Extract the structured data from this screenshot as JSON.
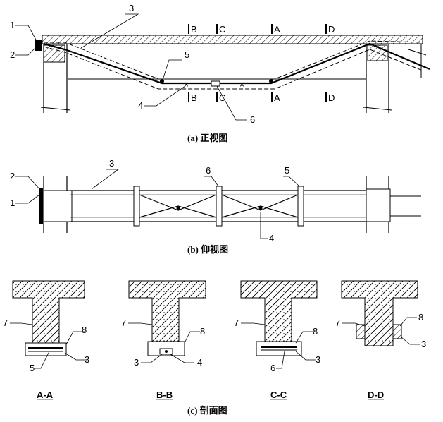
{
  "captions": {
    "front": "(a) 正视图",
    "bottom": "(b) 仰视图",
    "sections": "(c) 剖面图"
  },
  "front_labels": {
    "n1": "1",
    "n2": "2",
    "n3": "3",
    "n4": "4",
    "n5": "5",
    "n6": "6",
    "sec_b_top": "B",
    "sec_c_top": "C",
    "sec_a_top": "A",
    "sec_d_top": "D",
    "sec_b_bot": "B",
    "sec_c_bot": "C",
    "sec_a_bot": "A",
    "sec_d_bot": "D"
  },
  "bottom_labels": {
    "n1": "1",
    "n2": "2",
    "n3": "3",
    "n4": "4",
    "n5": "5",
    "n6": "6"
  },
  "section_titles": [
    "A-A",
    "B-B",
    "C-C",
    "D-D"
  ],
  "section_labels": {
    "aa": {
      "n7": "7",
      "n8": "8",
      "n3": "3",
      "n5": "5"
    },
    "bb": {
      "n7": "7",
      "n8": "8",
      "n3": "3",
      "n4": "4"
    },
    "cc": {
      "n7": "7",
      "n8": "8",
      "n3": "3",
      "n6": "6"
    },
    "dd": {
      "n7": "7",
      "n8": "8",
      "n3": "3"
    }
  }
}
